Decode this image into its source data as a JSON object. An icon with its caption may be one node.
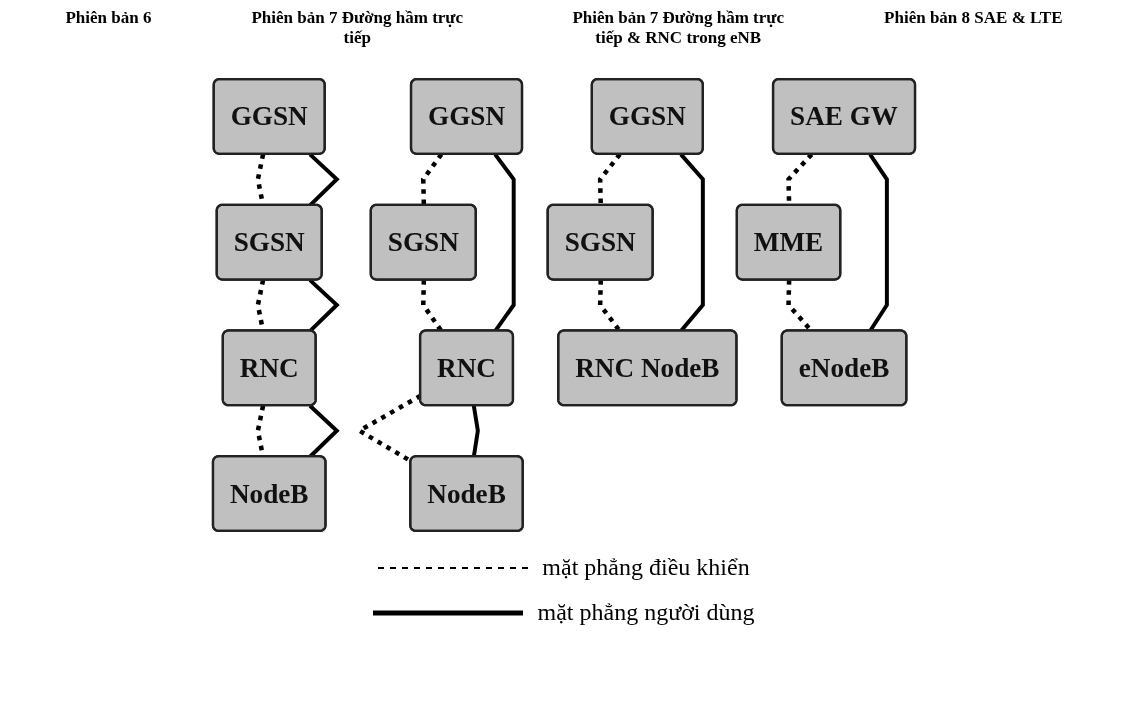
{
  "diagram": {
    "nodes": [
      {
        "text": [
          "GGSN"
        ]
      },
      {
        "text": [
          "SGSN"
        ]
      },
      {
        "text": [
          "RNC"
        ]
      },
      {
        "text": [
          "NodeB"
        ]
      },
      {
        "text": [
          "GGSN"
        ]
      },
      {
        "text": [
          "SGSN"
        ]
      },
      {
        "text": [
          "RNC"
        ]
      },
      {
        "text": [
          "NodeB"
        ]
      },
      {
        "text": [
          "GGSN"
        ]
      },
      {
        "text": [
          "SGSN"
        ]
      },
      {
        "text": [
          "RNC NodeB"
        ]
      },
      {
        "text": [
          "SAE GW"
        ]
      },
      {
        "text": [
          "MME"
        ]
      },
      {
        "text": [
          "eNodeB"
        ]
      }
    ],
    "edges": [
      {
        "from": 0,
        "to": 1,
        "arrow": "none",
        "style": "dashed"
      },
      {
        "from": 0,
        "to": 1,
        "arrow": "none"
      },
      {
        "from": 1,
        "to": 2,
        "arrow": "none",
        "style": "dashed"
      },
      {
        "from": 1,
        "to": 2,
        "arrow": "none"
      },
      {
        "from": 2,
        "to": 3,
        "arrow": "none",
        "style": "dashed"
      },
      {
        "from": 2,
        "to": 3,
        "arrow": "none"
      },
      {
        "from": 4,
        "to": 5,
        "arrow": "none",
        "style": "dashed"
      },
      {
        "from": 5,
        "to": 6,
        "arrow": "none",
        "style": "dashed"
      },
      {
        "from": 6,
        "to": 7,
        "arrow": "none",
        "style": "dashed"
      },
      {
        "from": 4,
        "to": 6,
        "arrow": "none"
      },
      {
        "from": 6,
        "to": 7,
        "arrow": "none"
      },
      {
        "from": 8,
        "to": 9,
        "arrow": "none",
        "style": "dashed"
      },
      {
        "from": 9,
        "to": 10,
        "arrow": "none",
        "style": "dashed"
      },
      {
        "from": 8,
        "to": 10,
        "arrow": "none"
      },
      {
        "from": 11,
        "to": 12,
        "arrow": "none",
        "style": "dashed"
      },
      {
        "from": 12,
        "to": 13,
        "arrow": "none",
        "style": "dashed"
      },
      {
        "from": 11,
        "to": 13,
        "arrow": "none"
      }
    ],
    "labels": [
      "Phiên bản 6",
      "Phiên bản 7 Đường hầm trực tiếp",
      "Phiên bản 7 Đường hầm trực tiếp & RNC trong eNB",
      "Phiên bản 8 SAE & LTE"
    ],
    "legend": [
      {
        "text": "mặt phẳng điều khiển"
      },
      {
        "text": "mặt phẳng người dùng"
      }
    ]
  }
}
